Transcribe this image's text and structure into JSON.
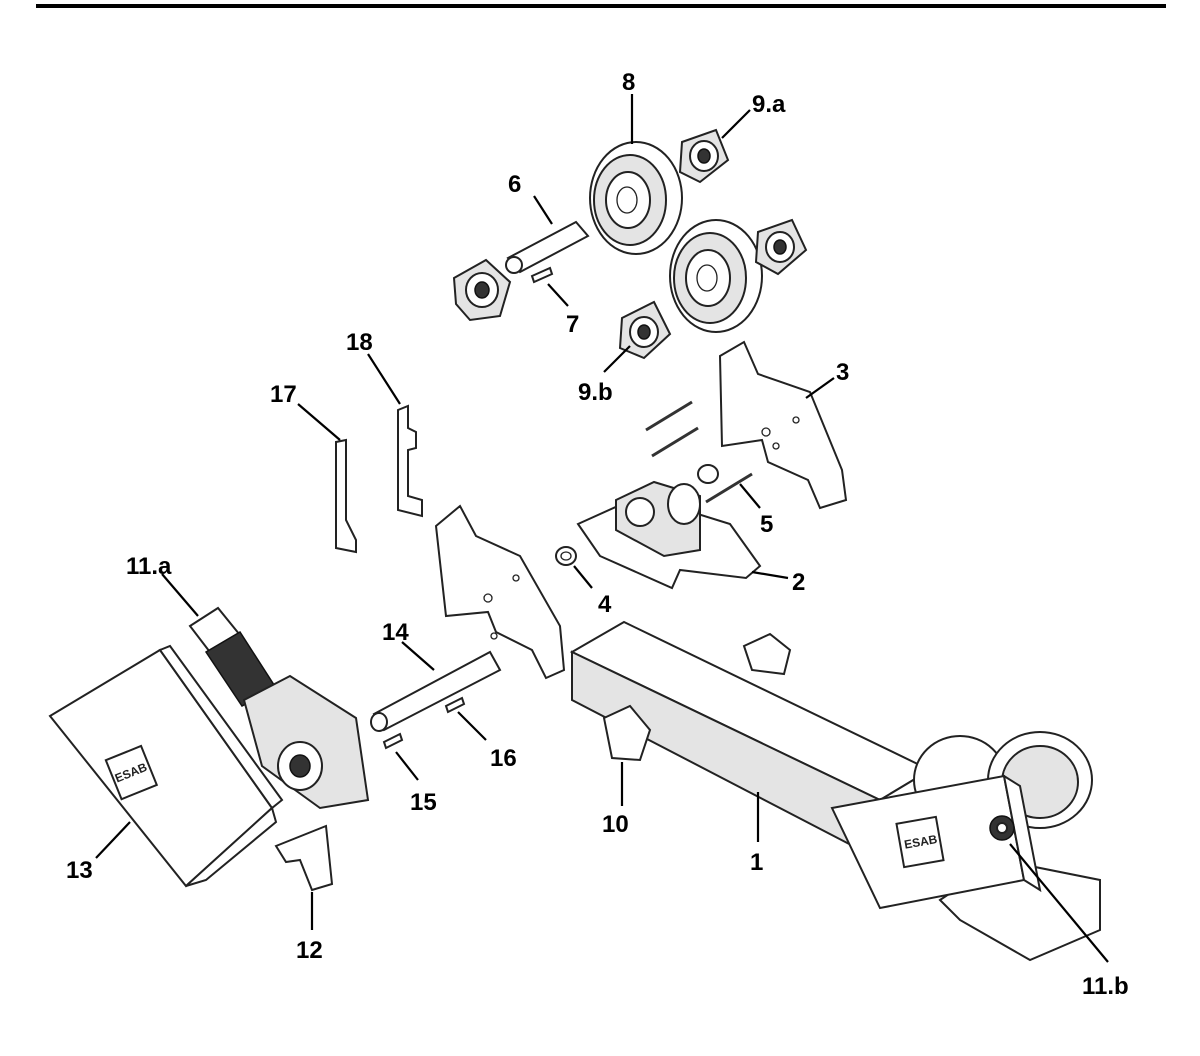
{
  "callouts": {
    "c1": "1",
    "c2": "2",
    "c3": "3",
    "c4": "4",
    "c5": "5",
    "c6": "6",
    "c7": "7",
    "c8": "8",
    "c9a": "9.a",
    "c9b": "9.b",
    "c10": "10",
    "c11a": "11.a",
    "c11b": "11.b",
    "c12": "12",
    "c13": "13",
    "c14": "14",
    "c15": "15",
    "c16": "16",
    "c17": "17",
    "c18": "18"
  },
  "logo": "ESAB"
}
